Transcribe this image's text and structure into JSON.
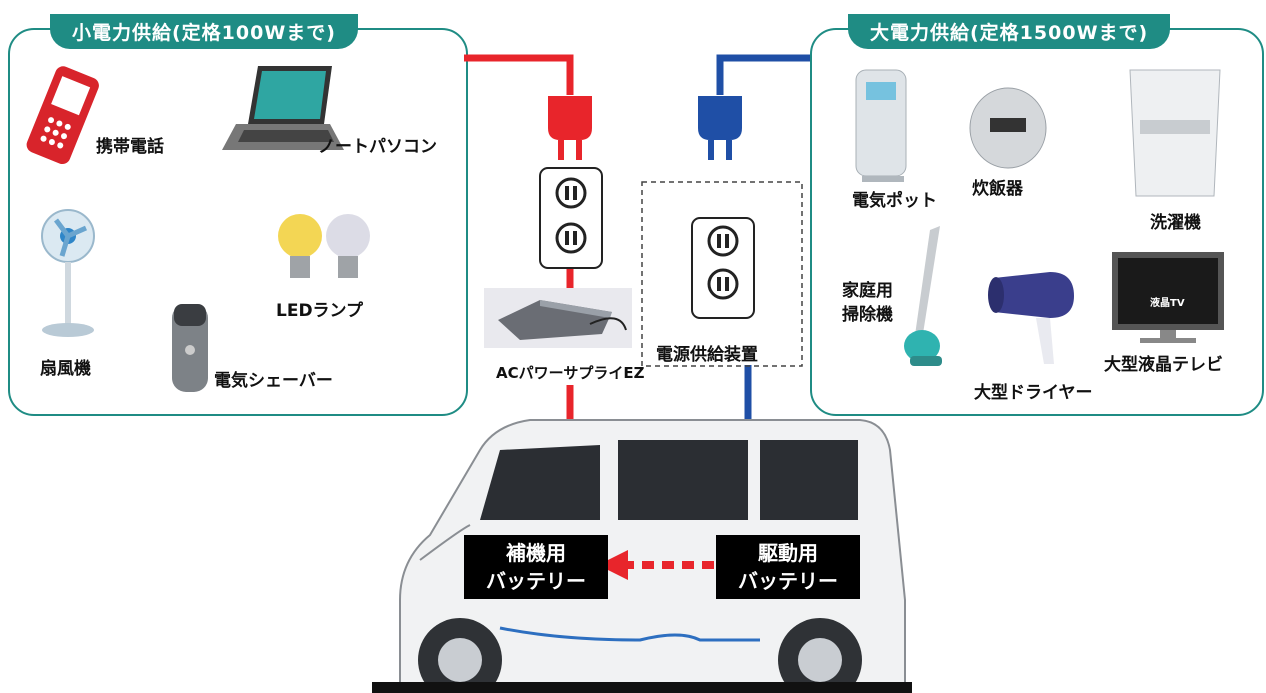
{
  "small_supply": {
    "title": "小電力供給(定格100Wまで)",
    "items": {
      "phone": "携帯電話",
      "laptop": "ノートパソコン",
      "fan": "扇風機",
      "led": "LEDランプ",
      "shaver": "電気シェーバー"
    }
  },
  "large_supply": {
    "title": "大電力供給(定格1500Wまで)",
    "items": {
      "pot": "電気ポット",
      "rice": "炊飯器",
      "washer": "洗濯機",
      "vacuum_line1": "家庭用",
      "vacuum_line2": "掃除機",
      "dryer": "大型ドライヤー",
      "tv": "大型液晶テレビ",
      "tv_screen": "液晶TV"
    }
  },
  "devices": {
    "inverter": "ACパワーサプライEZ",
    "power_unit": "電源供給装置"
  },
  "batteries": {
    "aux_line1": "補機用",
    "aux_line2": "バッテリー",
    "drive_line1": "駆動用",
    "drive_line2": "バッテリー"
  },
  "colors": {
    "panel": "#1f8c84",
    "red_line": "#e8252b",
    "blue_line": "#1f4fa6"
  }
}
